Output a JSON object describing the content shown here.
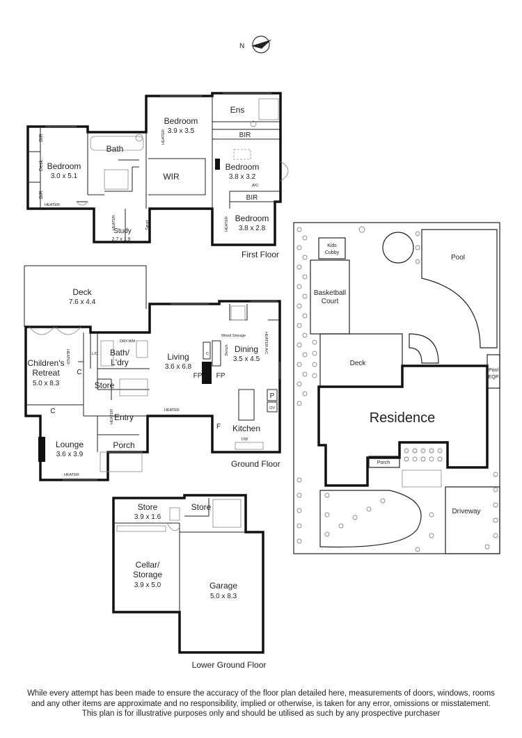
{
  "compass": {
    "label": "N"
  },
  "first_floor": {
    "title": "First Floor",
    "rooms": {
      "bedroom_left": {
        "name": "Bedroom",
        "dim": "3.0 x 5.1"
      },
      "bath": {
        "name": "Bath"
      },
      "bedroom_main": {
        "name": "Bedroom",
        "dim": "3.9 x 3.5"
      },
      "wir": {
        "name": "WIR"
      },
      "ens": {
        "name": "Ens"
      },
      "bedroom_right": {
        "name": "Bedroom",
        "dim": "3.8 x 3.2"
      },
      "bedroom_small": {
        "name": "Bedroom",
        "dim": "3.8 x 2.8"
      },
      "study": {
        "name": "Study",
        "dim": "2.7 x 1.9"
      }
    },
    "labels": {
      "bir": "BIR",
      "desk": "Desk",
      "heater": "HEATER",
      "seat": "Seat",
      "ac": "A/C"
    }
  },
  "ground_floor": {
    "title": "Ground Floor",
    "rooms": {
      "deck": {
        "name": "Deck",
        "dim": "7.6 x 4.4"
      },
      "childrens_retreat": {
        "name": "Children's",
        "name2": "Retreat",
        "dim": "5.0 x 8.3"
      },
      "bath_ldry": {
        "name": "Bath/",
        "name2": "L'dry"
      },
      "store": {
        "name": "Store"
      },
      "living": {
        "name": "Living",
        "dim": "3.6 x 6.8"
      },
      "dining": {
        "name": "Dining",
        "dim": "3.5 x 4.5"
      },
      "entry": {
        "name": "Entry"
      },
      "lounge": {
        "name": "Lounge",
        "dim": "3.6 x 3.9"
      },
      "porch": {
        "name": "Porch"
      },
      "kitchen": {
        "name": "Kitchen"
      }
    },
    "labels": {
      "c": "C",
      "lc": "L/C",
      "dry_wm": "DRY.WM",
      "heater": "HEATER",
      "heater_ac": "HEATER A/C",
      "wood_storage": "Wood Storage",
      "bench": "Bench",
      "fp": "FP",
      "p": "P",
      "ov": "OV",
      "f": "F",
      "dw": "DW"
    }
  },
  "lower_ground_floor": {
    "title": "Lower Ground Floor",
    "rooms": {
      "store_left": {
        "name": "Store",
        "dim": "3.9 x 1.6"
      },
      "store_right": {
        "name": "Store"
      },
      "cellar": {
        "name": "Cellar/",
        "name2": "Storage",
        "dim": "3.9 x 5.0"
      },
      "garage": {
        "name": "Garage",
        "dim": "5.0 x 8.3"
      }
    }
  },
  "site_plan": {
    "kids_cubby": {
      "name": "Kids",
      "name2": "Cubby"
    },
    "pool": "Pool",
    "basketball_court": {
      "name": "Basketball",
      "name2": "Court"
    },
    "deck": "Deck",
    "pool_eqp": {
      "name": "Pool",
      "name2": "EQP"
    },
    "residence": "Residence",
    "porch": "Porch",
    "driveway": "Driveway"
  },
  "disclaimer": {
    "line1": "While every attempt has been made to ensure the accuracy of the floor plan detailed here, measurements of doors, windows, rooms",
    "line2": "and any other items are approximate and no responsibility, implied or otherwise, is taken for any error, omissions or misstatement.",
    "line3": "This plan is for illustrative purposes only and should be utilised as such by any prospective purchaser"
  }
}
